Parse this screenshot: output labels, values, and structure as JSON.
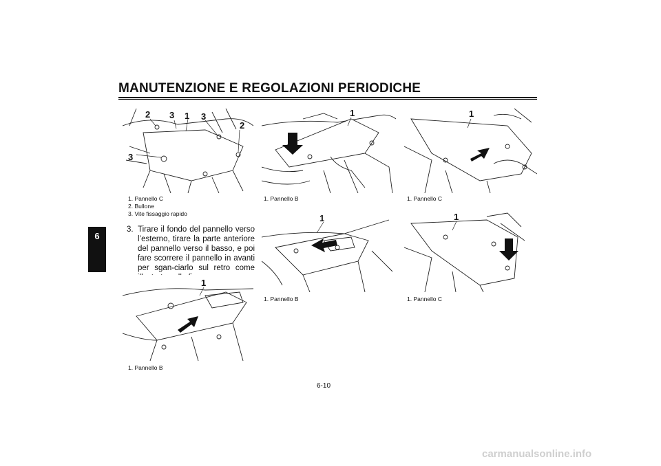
{
  "header": {
    "title": "MANUTENZIONE E REGOLAZIONI PERIODICHE"
  },
  "chapter_tab": "6",
  "figures": [
    {
      "caption_lines": [
        "1. Pannello C",
        "2. Bullone",
        "3. Vite fissaggio rapido"
      ],
      "callouts": [
        "2",
        "3",
        "1",
        "3",
        "2",
        "3"
      ]
    },
    {
      "caption_lines": [
        "1. Pannello B"
      ],
      "callouts": [
        "1"
      ]
    },
    {
      "caption_lines": [
        "1. Pannello C"
      ],
      "callouts": [
        "1"
      ]
    },
    {
      "caption_lines": [
        "1. Pannello B"
      ],
      "callouts": [
        "1"
      ]
    },
    {
      "caption_lines": [
        "1. Pannello B"
      ],
      "callouts": [
        "1"
      ]
    },
    {
      "caption_lines": [
        "1. Pannello C"
      ],
      "callouts": [
        "1"
      ]
    }
  ],
  "step": {
    "number": "3.",
    "text": "Tirare il fondo del pannello verso l’esterno, tirare la parte anteriore del pannello verso il basso, e poi fare scorrere il pannello in avanti per sgan-ciarlo sul retro come illustrato nella fi-gura."
  },
  "page_number": "6-10",
  "watermark": "carmanualsonline.info"
}
